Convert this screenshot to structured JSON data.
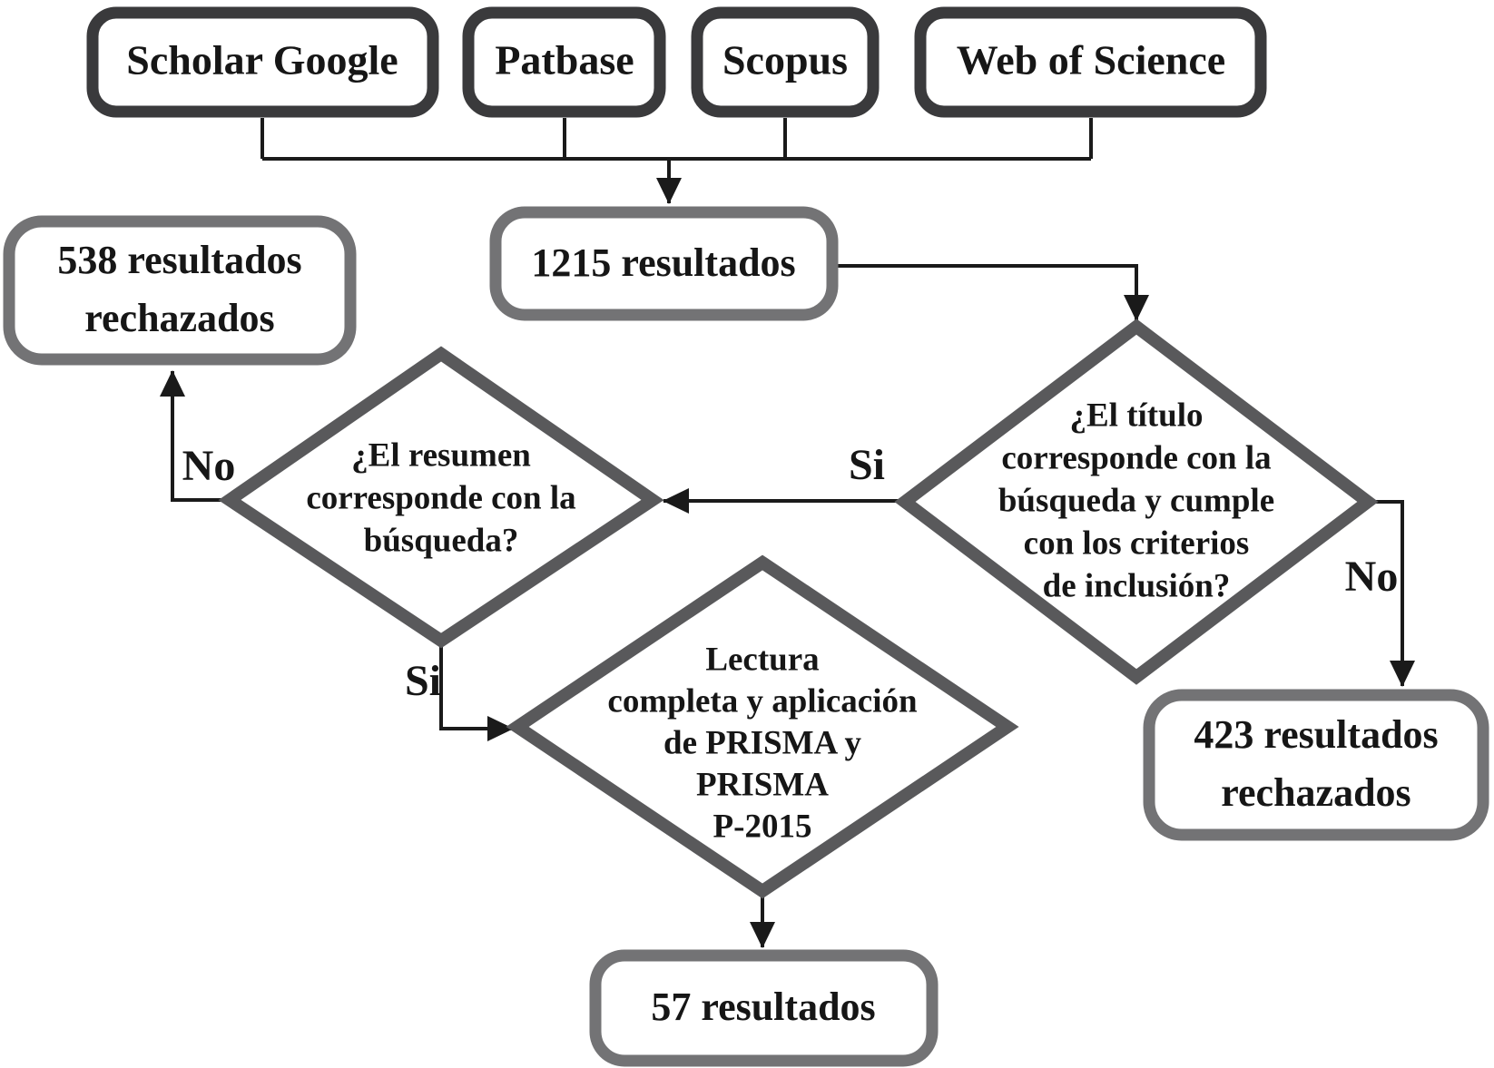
{
  "colors": {
    "background": "#ffffff",
    "box_fill": "#ffffff",
    "top_box_border": "#3a3a3c",
    "gray_box_border": "#737375",
    "diamond_border": "#59595b",
    "line_color": "#1a1a1a",
    "text_color": "#161616"
  },
  "sources": [
    {
      "label": "Scholar Google"
    },
    {
      "label": "Patbase"
    },
    {
      "label": "Scopus"
    },
    {
      "label": "Web of Science"
    }
  ],
  "nodes": {
    "results_total": {
      "label": "1215 resultados"
    },
    "rejected_abstract": {
      "lines": [
        "538 resultados",
        "rechazados"
      ]
    },
    "rejected_title": {
      "lines": [
        "423 resultados",
        "rechazados"
      ]
    },
    "final_results": {
      "label": "57 resultados"
    },
    "title_decision": {
      "lines": [
        "¿El título",
        "corresponde con la",
        "búsqueda y cumple",
        "con los criterios",
        "de inclusión?"
      ]
    },
    "abstract_decision": {
      "lines": [
        "¿El resumen",
        "corresponde con la",
        "búsqueda?"
      ]
    },
    "full_reading": {
      "lines": [
        "Lectura",
        "completa y aplicación",
        "de PRISMA y",
        "PRISMA",
        "P-2015"
      ]
    }
  },
  "edge_labels": {
    "title_si": "Si",
    "title_no": "No",
    "abstract_si": "Si",
    "abstract_no": "No"
  }
}
